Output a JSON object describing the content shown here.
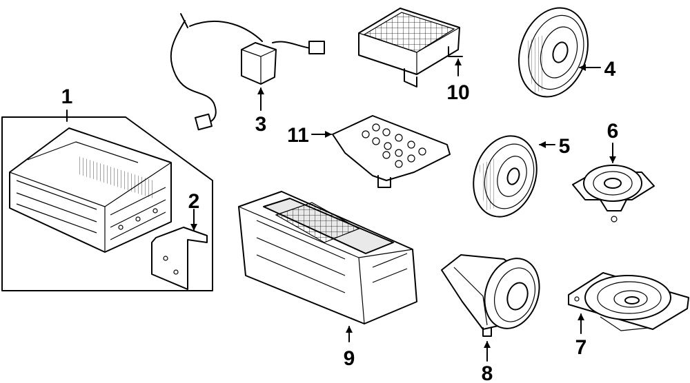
{
  "callouts": {
    "p1": "1",
    "p2": "2",
    "p3": "3",
    "p4": "4",
    "p5": "5",
    "p6": "6",
    "p7": "7",
    "p8": "8",
    "p9": "9",
    "p10": "10",
    "p11": "11"
  },
  "colors": {
    "line": "#000000",
    "background": "#ffffff"
  }
}
